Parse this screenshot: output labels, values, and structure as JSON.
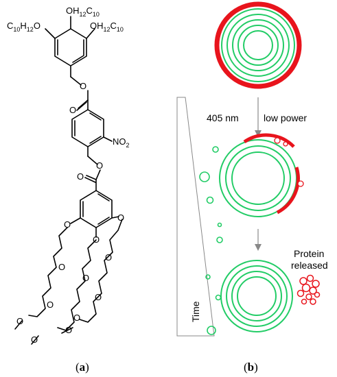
{
  "colors": {
    "vesicle_green": "#22cc66",
    "coating_red": "#e8141c",
    "arrow_gray": "#888888",
    "text": "#000000"
  },
  "panel_a": {
    "label_paren_open": "(",
    "label_letter": "a",
    "label_paren_close": ")",
    "top_oxygen": "O",
    "top_chain": "H",
    "top_chain_sub1": "12",
    "top_chain_mid": "C",
    "top_chain_sub2": "10",
    "left_chain_c": "C",
    "left_chain_sub1": "10",
    "left_chain_h": "H",
    "left_chain_sub2": "12",
    "left_oxygen": "O",
    "right_oxygen": "O",
    "right_chain_h": "H",
    "right_chain_sub1": "12",
    "right_chain_c": "C",
    "right_chain_sub2": "10",
    "ester1_oxygen": "O",
    "ester1_carbonyl": "O",
    "nitro": "NO",
    "nitro_sub": "2",
    "ester2_oxygen": "O",
    "ester2_carbonyl": "O",
    "ether_oxygens": [
      "O",
      "O",
      "O",
      "O",
      "O",
      "O",
      "O",
      "O",
      "O",
      "O",
      "O",
      "O"
    ]
  },
  "panel_b": {
    "label_paren_open": "(",
    "label_letter": "b",
    "label_paren_close": ")",
    "wavelength": "405 nm",
    "power": "low power",
    "time_label": "Time",
    "released_line1": "Protein",
    "released_line2": "released"
  }
}
